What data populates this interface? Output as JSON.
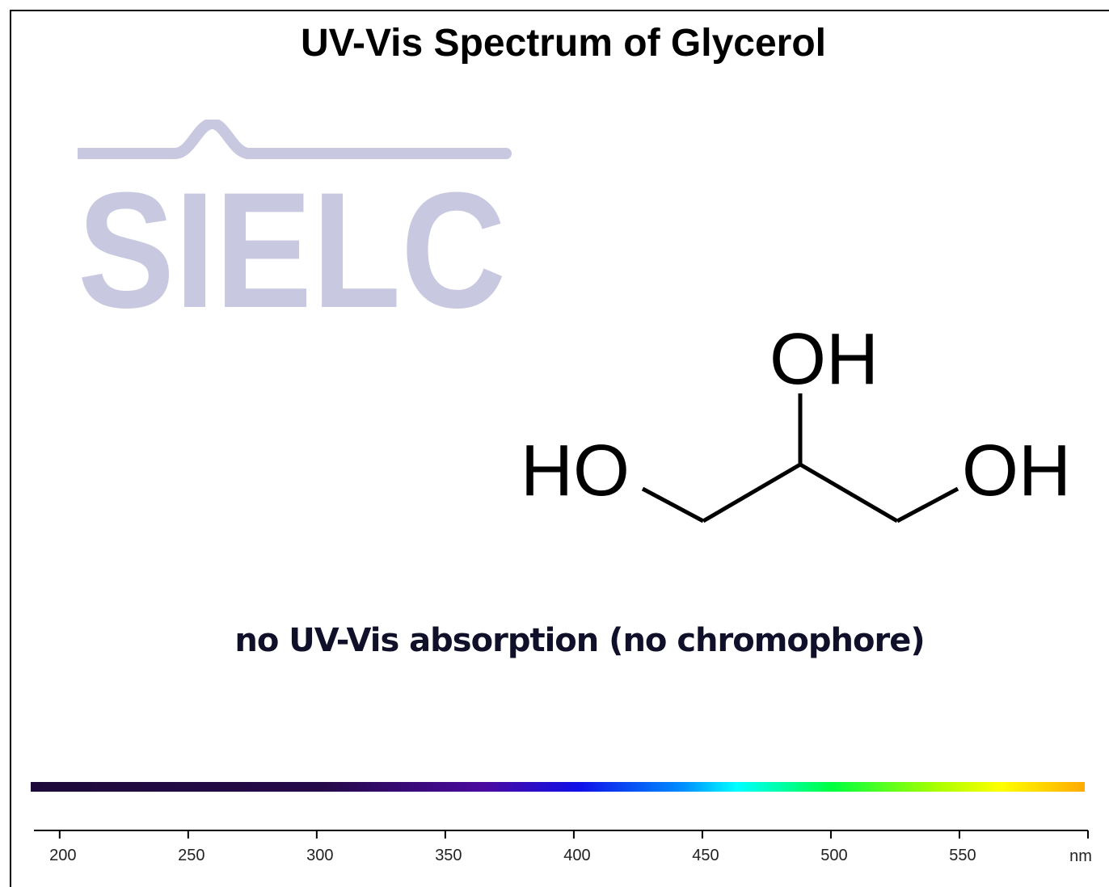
{
  "title": "UV-Vis Spectrum of Glycerol",
  "logo": {
    "text": "SIELC",
    "color": "#c8c8e0"
  },
  "molecule": {
    "name_label_top": "OH",
    "name_label_left": "HO",
    "name_label_right": "OH"
  },
  "note": "no UV-Vis absorption (no chromophore)",
  "colors": {
    "bar_start": "#1e0a3a",
    "bar_end": "#ffaa00"
  },
  "chart_data": {
    "type": "line",
    "title": "UV-Vis Spectrum of Glycerol",
    "xlabel": "",
    "ylabel": "",
    "x_unit": "nm",
    "xlim": [
      190,
      600
    ],
    "x_ticks": [
      200,
      250,
      300,
      350,
      400,
      450,
      500,
      550
    ],
    "series": [],
    "grid": false,
    "annotations": [
      "no UV-Vis absorption (no chromophore)"
    ]
  }
}
